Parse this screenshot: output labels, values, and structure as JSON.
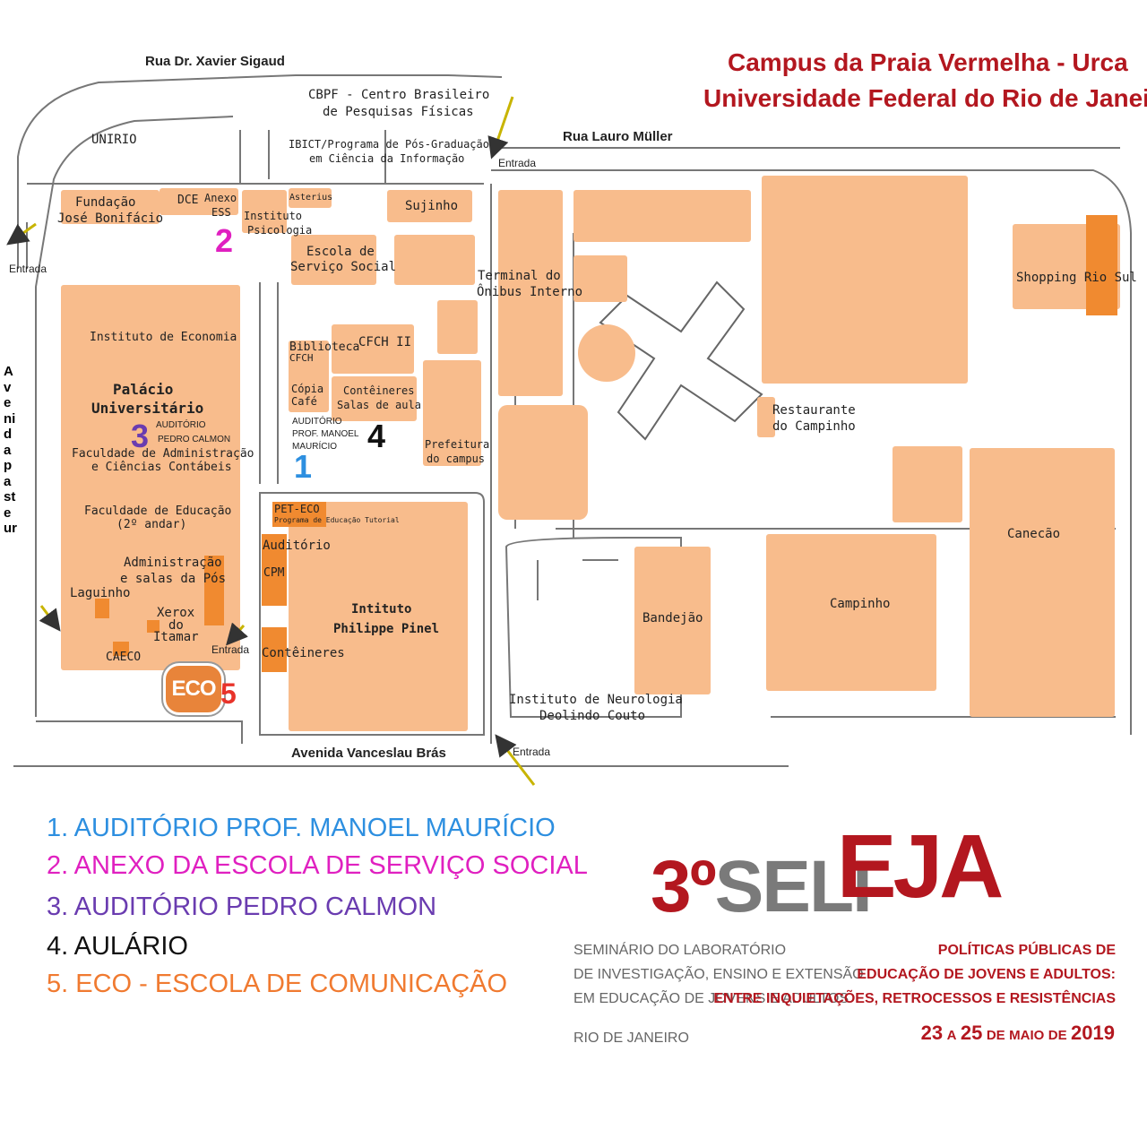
{
  "header": {
    "campus": "Campus da Praia Vermelha - Urca",
    "university": "Universidade Federal do Rio de Janeiro"
  },
  "streets": {
    "north": "Rua Dr. Xavier Sigaud",
    "northeast": "Rua Lauro Müller",
    "south": "Avenida Vanceslau Brás",
    "west": "Avenida pasteur"
  },
  "buildings": {
    "cbpf_1": "CBPF - Centro Brasileiro",
    "cbpf_2": "de Pesquisas Físicas",
    "ibict_1": "IBICT/Programa de Pós-Graduação",
    "ibict_2": "em Ciência da Informação",
    "unirio": "UNIRIO",
    "fundacao_1": "Fundação",
    "fundacao_2": "José Bonifácio",
    "dce": "DCE",
    "anexo_1": "Anexo",
    "anexo_2": "ESS",
    "psico_1": "Instituto",
    "psico_2": "Psicologia",
    "asterius": "Asterius",
    "sujinho": "Sujinho",
    "ess_1": "Escola de",
    "ess_2": "Serviço Social",
    "terminal_1": "Terminal do",
    "terminal_2": "Ônibus Interno",
    "shopping": "Shopping Rio Sul",
    "economia": "Instituto de Economia",
    "palacio_1": "Palácio",
    "palacio_2": "Universitário",
    "auditorio_pc_1": "AUDITÓRIO",
    "auditorio_pc_2": "PEDRO CALMON",
    "facc_1": "Faculdade de Administração",
    "facc_2": "e Ciências Contábeis",
    "educacao_1": "Faculdade de Educação",
    "educacao_2": "(2º andar)",
    "admin_1": "Administração",
    "admin_2": "e salas da Pós",
    "laguinho": "Laguinho",
    "xerox_1": "Xerox",
    "xerox_2": "do",
    "xerox_3": "Itamar",
    "caeco": "CAECO",
    "biblioteca_1": "Biblioteca",
    "biblioteca_2": "CFCH",
    "cfch2": "CFCH II",
    "copia_1": "Cópia",
    "copia_2": "Café",
    "conteineres_1": "Contêineres",
    "conteineres_2": "Salas de aula",
    "auditorio_mm_1": "AUDITÓRIO",
    "auditorio_mm_2": "PROF. MANOEL",
    "auditorio_mm_3": "MAURÍCIO",
    "prefeitura_1": "Prefeitura",
    "prefeitura_2": "do campus",
    "restaurante_1": "Restaurante",
    "restaurante_2": "do Campinho",
    "caneçao": "Canecão",
    "campinho": "Campinho",
    "pet_eco_1": "PET-ECO",
    "pet_eco_2": "Programa de Educação Tutorial",
    "auditorio": "Auditório",
    "cpm": "CPM",
    "conteineres_s": "Contêineres",
    "pinel_1": "Intituto",
    "pinel_2": "Philippe Pinel",
    "bandejao": "Bandejão",
    "neuro_1": "Instituto de Neurologia",
    "neuro_2": "Deolindo Couto",
    "eco_logo": "ECO"
  },
  "entrances": {
    "label": "Entrada"
  },
  "markers": {
    "m1": "1",
    "m2": "2",
    "m3": "3",
    "m4": "4",
    "m5": "5"
  },
  "legend": [
    {
      "text": "1. AUDITÓRIO PROF. MANOEL MAURÍCIO",
      "color": "#2d8fe0"
    },
    {
      "text": "2. ANEXO DA ESCOLA DE SERVIÇO SOCIAL",
      "color": "#e020c0"
    },
    {
      "text": "3. AUDITÓRIO PEDRO CALMON",
      "color": "#6a3cb0"
    },
    {
      "text": "4. AULÁRIO",
      "color": "#111111"
    },
    {
      "text": "5. ECO - ESCOLA DE COMUNICAÇÃO",
      "color": "#f07a30"
    }
  ],
  "event": {
    "logo_num": "3º",
    "logo_seli": "SELI",
    "logo_eja": "EJA",
    "seminar_1": "SEMINÁRIO DO LABORATÓRIO",
    "seminar_2": "DE INVESTIGAÇÃO, ENSINO E EXTENSÃO",
    "seminar_3": "EM EDUCAÇÃO DE JOVENS E ADULTOS",
    "city": "RIO DE JANEIRO",
    "theme_1": "POLÍTICAS PÚBLICAS DE",
    "theme_2": "EDUCAÇÃO DE JOVENS E ADULTOS:",
    "theme_3": "ENTRE INQUIETAÇÕES, RETROCESSOS E RESISTÊNCIAS",
    "date_start": "23",
    "date_a": "A",
    "date_end": "25",
    "date_de_1": "DE",
    "date_month": "MAIO",
    "date_de_2": "DE",
    "date_year": "2019"
  },
  "colors": {
    "building": "#f8bc8c",
    "building_dark": "#f08a30",
    "header_red": "#b3171f",
    "logo_red": "#b3171f",
    "logo_gray": "#7a7a7a"
  }
}
